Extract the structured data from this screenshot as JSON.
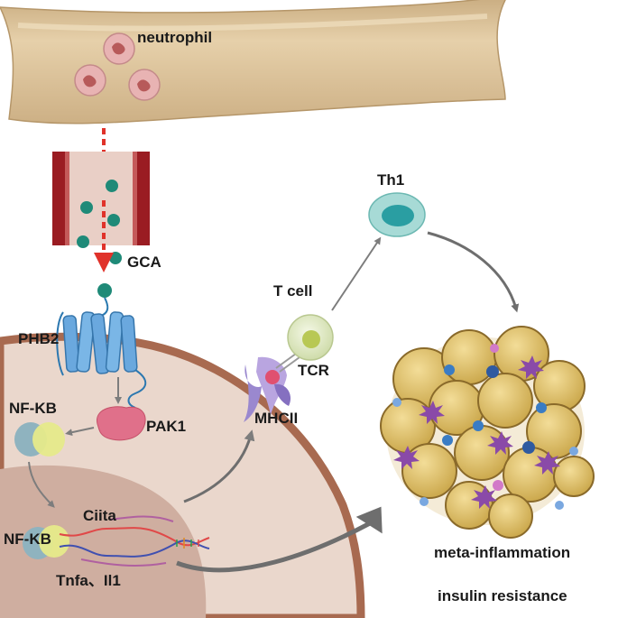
{
  "labels": {
    "neutrophil": "neutrophil",
    "gca": "GCA",
    "phb2": "PHB2",
    "nfkb_top": "NF-KB",
    "pak1": "PAK1",
    "nfkb_bottom": "NF-KB",
    "ciita": "Ciita",
    "genes": "Tnfa、Il1",
    "tcell": "T cell",
    "tcr": "TCR",
    "mhcii": "MHCII",
    "th1": "Th1",
    "meta_inflammation": "meta-inflammation",
    "insulin_resistance": "insulin resistance"
  },
  "colors": {
    "vessel": "#dcc29a",
    "capillary_wall": "#9a1c22",
    "gca_dot": "#1f8a78",
    "red_arrow": "#e0322a",
    "phb2": "#6aa8de",
    "pak1": "#e0708a",
    "nfkb_left": "#8fb3bf",
    "nfkb_right": "#e6ea8a",
    "cell_membrane": "#a86a50",
    "cytoplasm": "#ead7cc",
    "nucleus": "#cfaea0",
    "tcell": "#e3eccb",
    "th1": "#7fcdc8",
    "adipocyte": "#e2c675",
    "grey_arrow": "#808080"
  }
}
